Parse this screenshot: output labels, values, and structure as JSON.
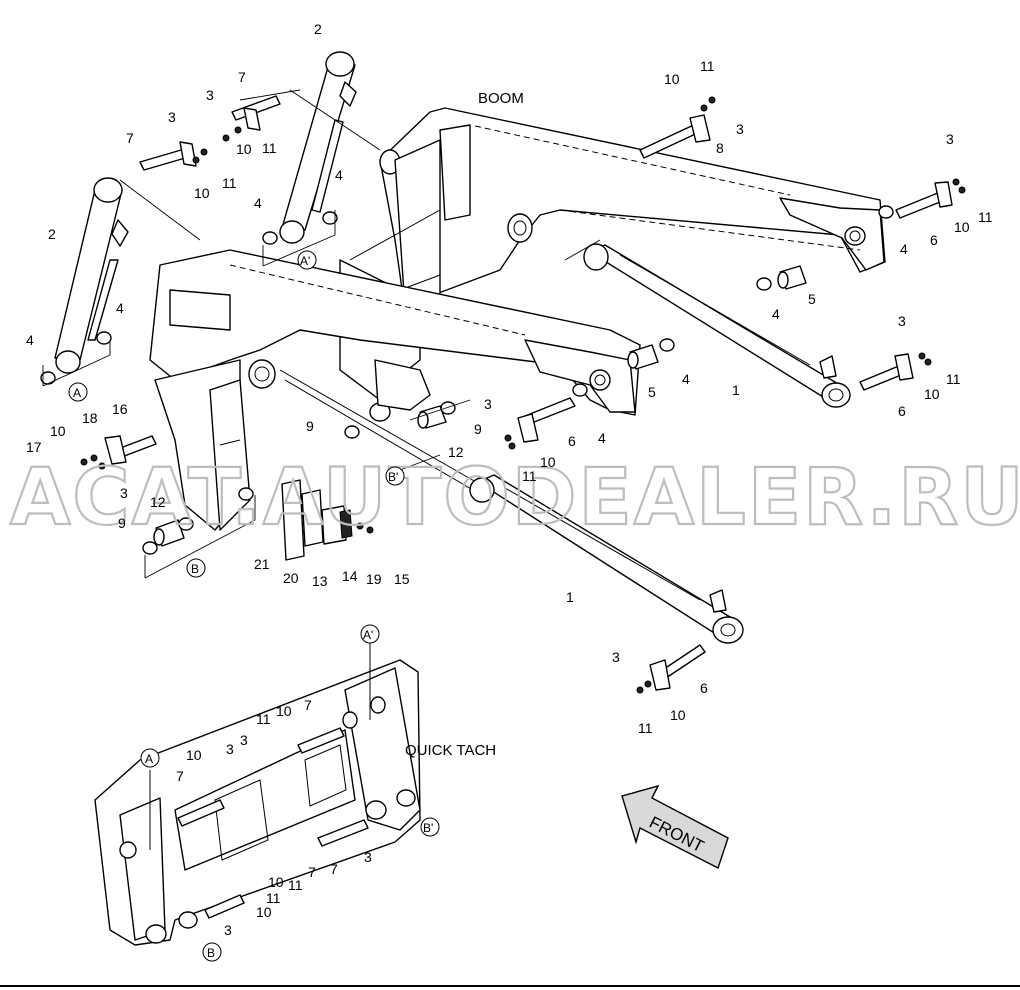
{
  "labels": {
    "boom": "BOOM",
    "quick_tach": "QUICK TACH",
    "front": "FRONT"
  },
  "watermark": "ACAT.AUTODEALER.RU",
  "section_marks": [
    {
      "id": "A",
      "text": "A"
    },
    {
      "id": "A-prime",
      "text": "A'"
    },
    {
      "id": "B",
      "text": "B"
    },
    {
      "id": "B-prime",
      "text": "B'"
    },
    {
      "id": "A2",
      "text": "A"
    },
    {
      "id": "A-prime-2",
      "text": "A'"
    },
    {
      "id": "B2",
      "text": "B"
    },
    {
      "id": "B-prime-2",
      "text": "B'"
    }
  ],
  "callouts": [
    "2",
    "7",
    "3",
    "10",
    "11",
    "7",
    "3",
    "10",
    "11",
    "2",
    "4",
    "4",
    "4",
    "4",
    "11",
    "10",
    "3",
    "8",
    "3",
    "6",
    "11",
    "10",
    "4",
    "5",
    "4",
    "3",
    "11",
    "10",
    "6",
    "5",
    "4",
    "1",
    "16",
    "18",
    "10",
    "17",
    "3",
    "9",
    "12",
    "9",
    "12",
    "9",
    "21",
    "20",
    "13",
    "14",
    "19",
    "15",
    "3",
    "6",
    "10",
    "11",
    "4",
    "1",
    "3",
    "6",
    "10",
    "11",
    "11",
    "10",
    "3",
    "7",
    "10",
    "7",
    "3",
    "10",
    "11",
    "7",
    "3",
    "10",
    "11",
    "7",
    "3",
    "10",
    "7"
  ],
  "colors": {
    "line": "#000000",
    "watermark": "#bdbdbd",
    "background": "#ffffff",
    "front_arrow_fill": "#d9d9d9"
  }
}
